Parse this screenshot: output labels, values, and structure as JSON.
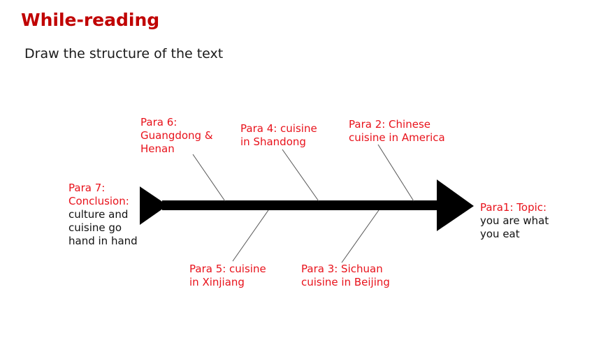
{
  "header": {
    "title": "While-reading",
    "instruction": "Draw the structure of the text"
  },
  "colors": {
    "title": "#c00000",
    "label_red": "#e8121b",
    "label_black": "#111111",
    "spine": "#000000",
    "branch": "#555555"
  },
  "diagram": {
    "tail_label": {
      "red_lines": [
        "Para 7:",
        "Conclusion:"
      ],
      "black_lines": [
        "culture and",
        "cuisine go",
        "hand in hand"
      ]
    },
    "head_label": {
      "red_lines": [
        "Para1: Topic:"
      ],
      "black_lines": [
        "you are what",
        "you eat"
      ]
    },
    "upper_branches": [
      {
        "lines": [
          "Para 6:",
          "Guangdong &",
          "Henan"
        ]
      },
      {
        "lines": [
          "Para 4: cuisine",
          "in Shandong"
        ]
      },
      {
        "lines": [
          "Para 2: Chinese",
          "cuisine in America"
        ]
      }
    ],
    "lower_branches": [
      {
        "lines": [
          "Para 5: cuisine",
          "in Xinjiang"
        ]
      },
      {
        "lines": [
          "Para 3: Sichuan",
          "cuisine in Beijing"
        ]
      }
    ]
  }
}
